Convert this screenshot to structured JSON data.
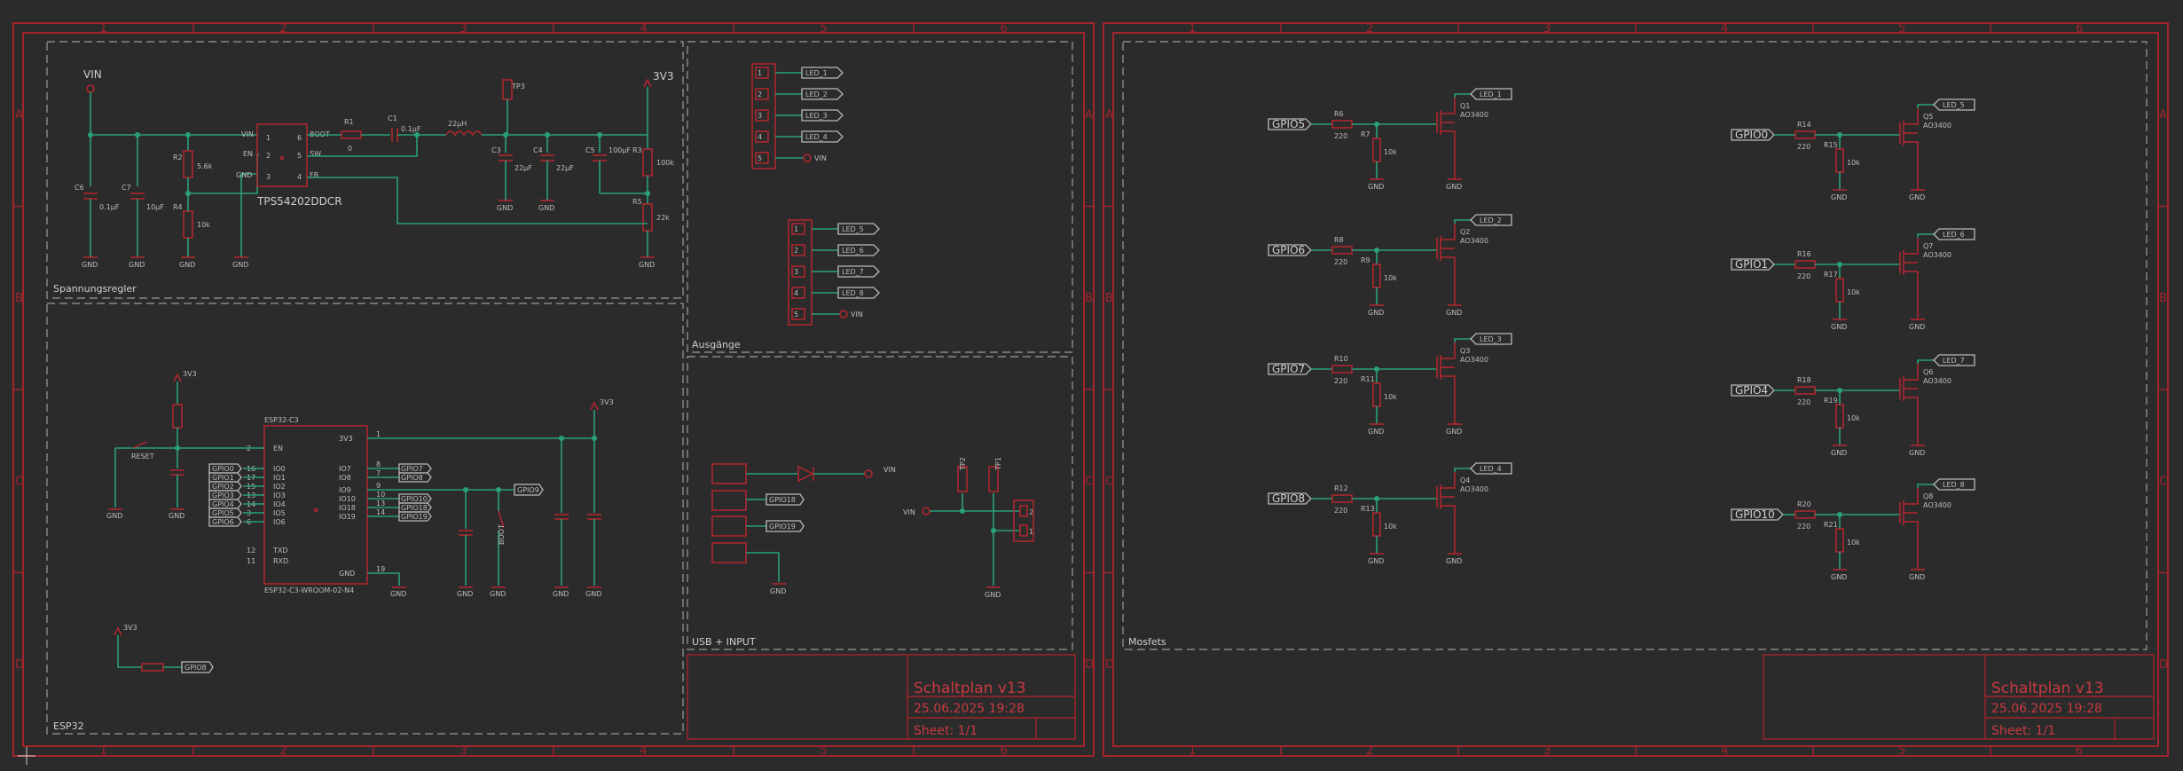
{
  "zones": {
    "columns": [
      "1",
      "2",
      "3",
      "4",
      "5",
      "6"
    ],
    "rows": [
      "A",
      "B",
      "C",
      "D"
    ]
  },
  "sections": {
    "spannungsregler": "Spannungsregler",
    "esp32": "ESP32",
    "ausgaenge": "Ausgänge",
    "usb_input": "USB + INPUT",
    "mosfets": "Mosfets"
  },
  "title_block": {
    "title": "Schaltplan v13",
    "date": "25.06.2025 19:28",
    "sheet": "Sheet:  1/1"
  },
  "regulator": {
    "ic_name": "TPS54202DDCR",
    "pins": [
      "VIN",
      "EN",
      "GND",
      "BOOT",
      "SW",
      "FB"
    ],
    "vin_label": "VIN",
    "v3_label": "3V3",
    "gnd": "GND",
    "parts": {
      "r1": "R1",
      "r1_val": "0",
      "c1": "C1",
      "c1_val": "0.1µF",
      "l1_val": "22µH",
      "r2": "R2",
      "r2_val": "5.6k",
      "r4": "R4",
      "r4_val": "10k",
      "r3": "R3",
      "r3_val": "100k",
      "r5": "R5",
      "r5_val": "22k",
      "c_in1": "0.1µF",
      "c_in2": "10µF",
      "c_out1": "22µF",
      "c_out2": "22µF",
      "c_out3": "100µF",
      "c3": "C3",
      "c4": "C4",
      "c5": "C5",
      "c6": "C6",
      "c7": "C7",
      "tp": "TP3"
    }
  },
  "esp": {
    "module": "ESP32-C3",
    "part": "ESP32-C3-WROOM-02-N4",
    "left_pins": [
      "EN",
      "IO0",
      "IO1",
      "IO2",
      "IO3",
      "IO4",
      "IO5",
      "IO6",
      "TXD",
      "RXD"
    ],
    "left_nums": [
      "2",
      "16",
      "17",
      "15",
      "13",
      "14",
      "3",
      "6",
      "12",
      "11"
    ],
    "right_pins": [
      "3V3",
      "IO7",
      "IO8",
      "IO9",
      "IO10",
      "IO18",
      "IO19",
      "GND"
    ],
    "right_nums": [
      "1",
      "8",
      "7",
      "9",
      "10",
      "13",
      "14",
      "19"
    ],
    "gpio_left": [
      "GPIO0",
      "GPIO1",
      "GPIO2",
      "GPIO3",
      "GPIO4",
      "GPIO5",
      "GPIO6"
    ],
    "gpio_right": [
      "GPIO7",
      "GPIO8",
      "GPIO9",
      "GPIO10",
      "GPIO18",
      "GPIO19"
    ],
    "reset_label": "RESET",
    "boot_label": "BOOT",
    "v3_1": "3V3",
    "v3_2": "3V3",
    "v3_3": "3V3",
    "gpio_bottom": "GPIO8",
    "gnd": "GND"
  },
  "outputs": {
    "group1": [
      "LED_1",
      "LED_2",
      "LED_3",
      "LED_4"
    ],
    "group2": [
      "LED_5",
      "LED_6",
      "LED_7",
      "LED_8"
    ],
    "pin_nums": [
      "1",
      "2",
      "3",
      "4",
      "5"
    ],
    "vin": "VIN"
  },
  "usb": {
    "gpio_a": "GPIO18",
    "gpio_b": "GPIO19",
    "vin": "VIN",
    "tp1": "TP1",
    "tp2": "TP2",
    "gnd": "GND",
    "pins": [
      "2",
      "1"
    ]
  },
  "mosfets": {
    "channels": [
      {
        "gpio": "GPIO5",
        "r_gate": "R6",
        "r_gate_val": "220",
        "r_pd": "R7",
        "r_pd_val": "10k",
        "q": "Q1",
        "q_type": "AO3400",
        "led": "LED_1"
      },
      {
        "gpio": "GPIO6",
        "r_gate": "R8",
        "r_gate_val": "220",
        "r_pd": "R9",
        "r_pd_val": "10k",
        "q": "Q2",
        "q_type": "AO3400",
        "led": "LED_2"
      },
      {
        "gpio": "GPIO7",
        "r_gate": "R10",
        "r_gate_val": "220",
        "r_pd": "R11",
        "r_pd_val": "10k",
        "q": "Q3",
        "q_type": "AO3400",
        "led": "LED_3"
      },
      {
        "gpio": "GPIO8",
        "r_gate": "R12",
        "r_gate_val": "220",
        "r_pd": "R13",
        "r_pd_val": "10k",
        "q": "Q4",
        "q_type": "AO3400",
        "led": "LED_4"
      },
      {
        "gpio": "GPIO0",
        "r_gate": "R14",
        "r_gate_val": "220",
        "r_pd": "R15",
        "r_pd_val": "10k",
        "q": "Q5",
        "q_type": "AO3400",
        "led": "LED_5"
      },
      {
        "gpio": "GPIO1",
        "r_gate": "R16",
        "r_gate_val": "220",
        "r_pd": "R17",
        "r_pd_val": "10k",
        "q": "Q7",
        "q_type": "AO3400",
        "led": "LED_6"
      },
      {
        "gpio": "GPIO4",
        "r_gate": "R18",
        "r_gate_val": "220",
        "r_pd": "R19",
        "r_pd_val": "10k",
        "q": "Q6",
        "q_type": "AO3400",
        "led": "LED_7"
      },
      {
        "gpio": "GPIO10",
        "r_gate": "R20",
        "r_gate_val": "220",
        "r_pd": "R21",
        "r_pd_val": "10k",
        "q": "Q8",
        "q_type": "AO3400",
        "led": "LED_8"
      }
    ],
    "gnd": "GND"
  },
  "colors": {
    "frame": "#a3242b",
    "wire": "#2aa07a",
    "part": "#b5262e",
    "bg": "#2b2b2b"
  }
}
